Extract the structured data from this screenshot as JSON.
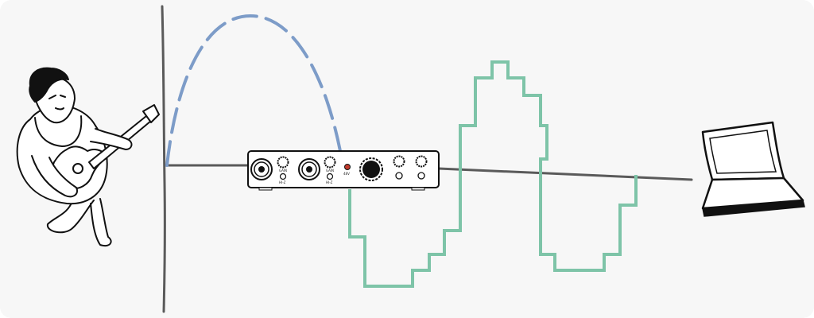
{
  "diagram": {
    "colors": {
      "background": "#f7f7f7",
      "axis": "#5a5a5a",
      "analog_wave": "#7d9cc8",
      "digital_wave": "#7ec4a8",
      "ink": "#111111"
    },
    "elements": {
      "guitarist": "guitarist-illustration",
      "analog_signal": "analog-waveform",
      "interface": "audio-interface",
      "digital_signal": "digital-waveform",
      "computer": "laptop-icon"
    },
    "interface_labels": {
      "gain_1": "GAIN",
      "hiz_1": "HI-Z",
      "gain_2": "GAIN",
      "hiz_2": "HI-Z",
      "power": "48V"
    }
  }
}
